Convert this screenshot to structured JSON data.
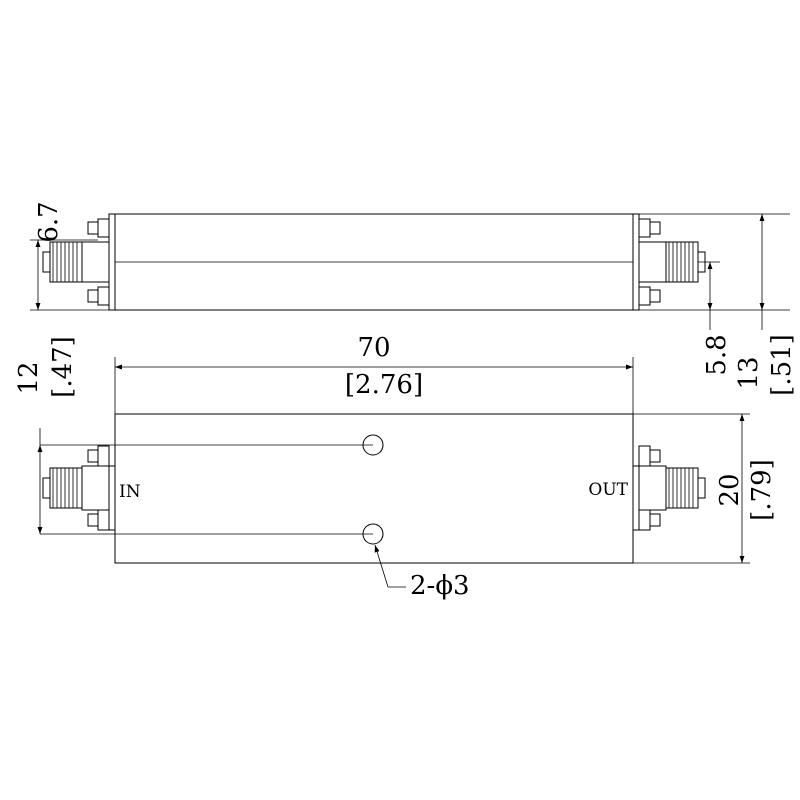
{
  "dimensions": {
    "length_mm": "70",
    "length_in": "[2.76]",
    "height_side_mm": "12",
    "height_side_in": "[.47]",
    "connector_offset_left": "6.7",
    "connector_offset_right": "5.8",
    "height_right_mm": "13",
    "height_right_in": "[.51]",
    "width_top_mm": "20",
    "width_top_in": "[.79]",
    "holes": "2-ϕ3"
  },
  "ports": {
    "input": "IN",
    "output": "OUT"
  }
}
